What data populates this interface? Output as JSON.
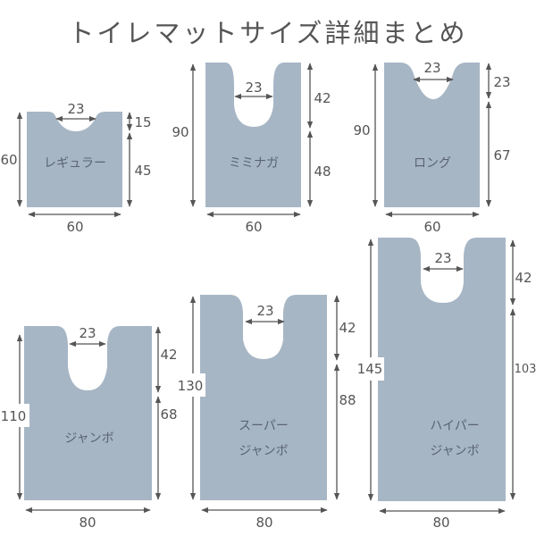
{
  "title": "トイレマットサイズ詳細まとめ",
  "colors": {
    "mat_fill": "#a7b6c5",
    "text": "#555555",
    "arrow": "#555555",
    "label": "#5a6470"
  },
  "mats": [
    {
      "name": "レギュラー",
      "width": "60",
      "height": "60",
      "cutout_width": "23",
      "cutout_depth": "15",
      "remaining": "45"
    },
    {
      "name": "ミミナガ",
      "width": "60",
      "height": "90",
      "cutout_width": "23",
      "cutout_depth": "42",
      "remaining": "48"
    },
    {
      "name": "ロング",
      "width": "60",
      "height": "90",
      "cutout_width": "23",
      "cutout_depth": "23",
      "remaining": "67"
    },
    {
      "name": "ジャンボ",
      "width": "80",
      "height": "110",
      "cutout_width": "23",
      "cutout_depth": "42",
      "remaining": "68"
    },
    {
      "name_line1": "スーパー",
      "name_line2": "ジャンボ",
      "width": "80",
      "height": "130",
      "cutout_width": "23",
      "cutout_depth": "42",
      "remaining": "88"
    },
    {
      "name_line1": "ハイパー",
      "name_line2": "ジャンボ",
      "width": "80",
      "height": "145",
      "cutout_width": "23",
      "cutout_depth": "42",
      "remaining": "103"
    }
  ]
}
